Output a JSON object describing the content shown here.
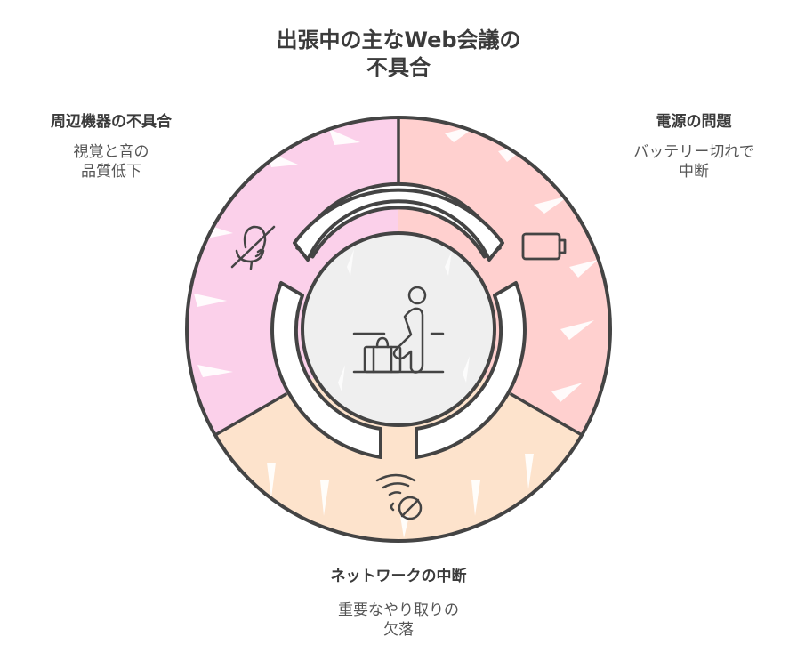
{
  "title": "出張中の主なWeb会議の不具合",
  "title_lines": [
    "出張中の主なWeb会議の",
    "不具合"
  ],
  "segments": [
    {
      "id": "peripherals",
      "heading": "周辺機器の不具合",
      "description_lines": [
        "視覚と音の",
        "品質低下"
      ],
      "icon": "microphone-off-icon",
      "color": "#fbd0ea"
    },
    {
      "id": "power",
      "heading": "電源の問題",
      "description_lines": [
        "バッテリー切れで",
        "中断"
      ],
      "icon": "battery-empty-icon",
      "color": "#ffd0cf"
    },
    {
      "id": "network",
      "heading": "ネットワークの中断",
      "description_lines": [
        "重要なやり取りの",
        "欠落"
      ],
      "icon": "wifi-off-icon",
      "color": "#fde3cc"
    }
  ],
  "center": {
    "icon": "traveler-with-luggage-icon",
    "color": "#efefef"
  },
  "stroke_color": "#444444"
}
